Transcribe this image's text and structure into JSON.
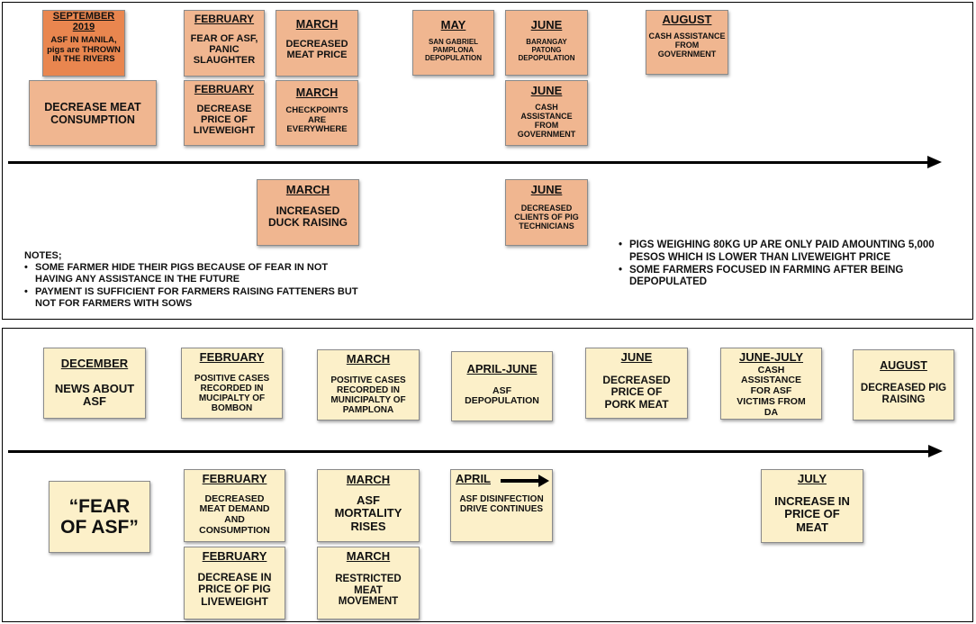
{
  "panel1": {
    "cards_above": [
      {
        "month": "SEPTEMBER 2019",
        "text": "ASF IN MANILA, pigs are THROWN IN THE RIVERS"
      },
      {
        "month": "",
        "text": "DECREASE MEAT CONSUMPTION"
      },
      {
        "month": "FEBRUARY",
        "text": "FEAR OF ASF, PANIC SLAUGHTER"
      },
      {
        "month": "FEBRUARY",
        "text": "DECREASE PRICE OF LIVEWEIGHT"
      },
      {
        "month": "MARCH",
        "text": "DECREASED MEAT PRICE"
      },
      {
        "month": "MARCH",
        "text": "CHECKPOINTS ARE EVERYWHERE"
      },
      {
        "month": "MAY",
        "text": "SAN GABRIEL PAMPLONA DEPOPULATION"
      },
      {
        "month": "JUNE",
        "text": "BARANGAY PATONG DEPOPULATION"
      },
      {
        "month": "JUNE",
        "text": "CASH ASSISTANCE FROM GOVERNMENT"
      },
      {
        "month": "AUGUST",
        "text": "CASH ASSISTANCE FROM GOVERNMENT"
      }
    ],
    "cards_below": [
      {
        "month": "MARCH",
        "text": "INCREASED DUCK RAISING"
      },
      {
        "month": "JUNE",
        "text": "DECREASED CLIENTS OF PIG TECHNICIANS"
      }
    ],
    "notes_title": "NOTES;",
    "notes": [
      "SOME FARMER HIDE THEIR PIGS BECAUSE OF FEAR IN NOT HAVING ANY ASSISTANCE IN THE FUTURE",
      "PAYMENT IS SUFFICIENT FOR FARMERS RAISING FATTENERS BUT NOT FOR FARMERS WITH SOWS"
    ],
    "right_notes": [
      "PIGS WEIGHING 80KG UP ARE ONLY PAID AMOUNTING 5,000 PESOS WHICH IS LOWER THAN LIVEWEIGHT PRICE",
      "SOME FARMERS FOCUSED IN FARMING AFTER BEING DEPOPULATED"
    ]
  },
  "panel2": {
    "cards_above": [
      {
        "month": "DECEMBER",
        "text": "NEWS ABOUT ASF"
      },
      {
        "month": "FEBRUARY",
        "text": "POSITIVE CASES RECORDED IN MUCIPALTY OF BOMBON"
      },
      {
        "month": "MARCH",
        "text": "POSITIVE CASES RECORDED IN MUNICIPALTY OF PAMPLONA"
      },
      {
        "month": "APRIL-JUNE",
        "text": "ASF DEPOPULATION"
      },
      {
        "month": "JUNE",
        "text": "DECREASED PRICE OF PORK MEAT"
      },
      {
        "month": "JUNE-JULY",
        "text": "CASH ASSISTANCE FOR ASF VICTIMS FROM DA"
      },
      {
        "month": "AUGUST",
        "text": "DECREASED PIG RAISING"
      }
    ],
    "cards_below": [
      {
        "month": "",
        "text": "“FEAR OF ASF”"
      },
      {
        "month": "FEBRUARY",
        "text": "DECREASED MEAT DEMAND AND CONSUMPTION"
      },
      {
        "month": "FEBRUARY",
        "text": "DECREASE IN PRICE OF PIG LIVEWEIGHT"
      },
      {
        "month": "MARCH",
        "text": "ASF MORTALITY RISES"
      },
      {
        "month": "MARCH",
        "text": "RESTRICTED MEAT MOVEMENT"
      },
      {
        "month": "APRIL",
        "text": "ASF DISINFECTION DRIVE CONTINUES"
      },
      {
        "month": "JULY",
        "text": "INCREASE IN PRICE OF MEAT"
      }
    ]
  }
}
